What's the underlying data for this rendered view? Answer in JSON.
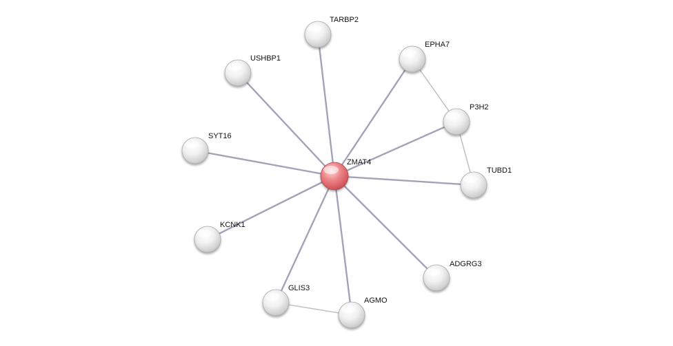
{
  "network": {
    "center": "ZMAT4",
    "nodes": [
      {
        "id": "ZMAT4",
        "label": "ZMAT4",
        "color": "red"
      },
      {
        "id": "TARBP2",
        "label": "TARBP2",
        "color": "white"
      },
      {
        "id": "USHBP1",
        "label": "USHBP1",
        "color": "white"
      },
      {
        "id": "EPHA7",
        "label": "EPHA7",
        "color": "white"
      },
      {
        "id": "P3H2",
        "label": "P3H2",
        "color": "white"
      },
      {
        "id": "SYT16",
        "label": "SYT16",
        "color": "white"
      },
      {
        "id": "TUBD1",
        "label": "TUBD1",
        "color": "white"
      },
      {
        "id": "KCNK1",
        "label": "KCNK1",
        "color": "white"
      },
      {
        "id": "ADGRG3",
        "label": "ADGRG3",
        "color": "white"
      },
      {
        "id": "GLIS3",
        "label": "GLIS3",
        "color": "white"
      },
      {
        "id": "AGMO",
        "label": "AGMO",
        "color": "white"
      }
    ],
    "edges": [
      {
        "source": "ZMAT4",
        "target": "TARBP2",
        "kind": "center"
      },
      {
        "source": "ZMAT4",
        "target": "USHBP1",
        "kind": "center"
      },
      {
        "source": "ZMAT4",
        "target": "EPHA7",
        "kind": "center"
      },
      {
        "source": "ZMAT4",
        "target": "P3H2",
        "kind": "center"
      },
      {
        "source": "ZMAT4",
        "target": "SYT16",
        "kind": "center"
      },
      {
        "source": "ZMAT4",
        "target": "TUBD1",
        "kind": "center"
      },
      {
        "source": "ZMAT4",
        "target": "KCNK1",
        "kind": "center"
      },
      {
        "source": "ZMAT4",
        "target": "ADGRG3",
        "kind": "center"
      },
      {
        "source": "ZMAT4",
        "target": "GLIS3",
        "kind": "center"
      },
      {
        "source": "ZMAT4",
        "target": "AGMO",
        "kind": "center"
      },
      {
        "source": "EPHA7",
        "target": "P3H2",
        "kind": "peripheral"
      },
      {
        "source": "P3H2",
        "target": "TUBD1",
        "kind": "peripheral"
      },
      {
        "source": "GLIS3",
        "target": "AGMO",
        "kind": "peripheral"
      }
    ],
    "colors": {
      "center_edge": "#a3a3b8",
      "peripheral_edge": "#c2c2c8",
      "center_node": "#e46a6e",
      "node": "#e2e2e2"
    }
  }
}
